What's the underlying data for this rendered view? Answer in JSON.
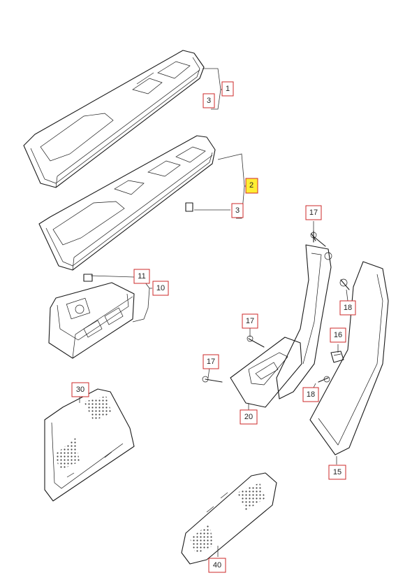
{
  "callouts": [
    {
      "id": "c1",
      "label": "1",
      "highlight": false
    },
    {
      "id": "c3a",
      "label": "3",
      "highlight": false
    },
    {
      "id": "c2",
      "label": "2",
      "highlight": true
    },
    {
      "id": "c3b",
      "label": "3",
      "highlight": false
    },
    {
      "id": "c11",
      "label": "11",
      "highlight": false
    },
    {
      "id": "c10",
      "label": "10",
      "highlight": false
    },
    {
      "id": "c17a",
      "label": "17",
      "highlight": false
    },
    {
      "id": "c18a",
      "label": "18",
      "highlight": false
    },
    {
      "id": "c16",
      "label": "16",
      "highlight": false
    },
    {
      "id": "c17b",
      "label": "17",
      "highlight": false
    },
    {
      "id": "c17c",
      "label": "17",
      "highlight": false
    },
    {
      "id": "c18b",
      "label": "18",
      "highlight": false
    },
    {
      "id": "c20",
      "label": "20",
      "highlight": false
    },
    {
      "id": "c15",
      "label": "15",
      "highlight": false
    },
    {
      "id": "c30",
      "label": "30",
      "highlight": false
    },
    {
      "id": "c40",
      "label": "40",
      "highlight": false
    }
  ],
  "colors": {
    "callout_border": "#cc2a2a",
    "highlight": "#ffee33",
    "line": "#1a1a1a"
  }
}
